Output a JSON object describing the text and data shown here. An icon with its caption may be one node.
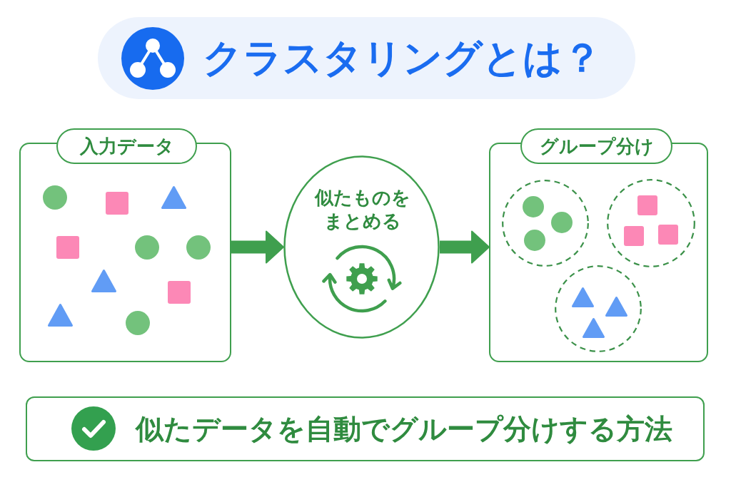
{
  "diagram": {
    "title": "クラスタリングとは？",
    "nodes": [
      {
        "text": [
          "入力データ"
        ]
      },
      {
        "text": [
          "似たものをまとめる"
        ]
      },
      {
        "text": [
          "グループ分け"
        ]
      },
      {
        "text": [],
        "shape": "circle",
        "in": 2
      },
      {
        "text": [],
        "shape": "circle",
        "in": 2
      },
      {
        "text": [],
        "shape": "circle",
        "in": 2
      },
      {
        "text": [
          "似たデータを自動でグループ分けする方法"
        ]
      }
    ],
    "edges": [
      {
        "from": 0,
        "to": 1,
        "arrow": "to"
      },
      {
        "from": 1,
        "to": 2,
        "arrow": "to"
      }
    ]
  }
}
